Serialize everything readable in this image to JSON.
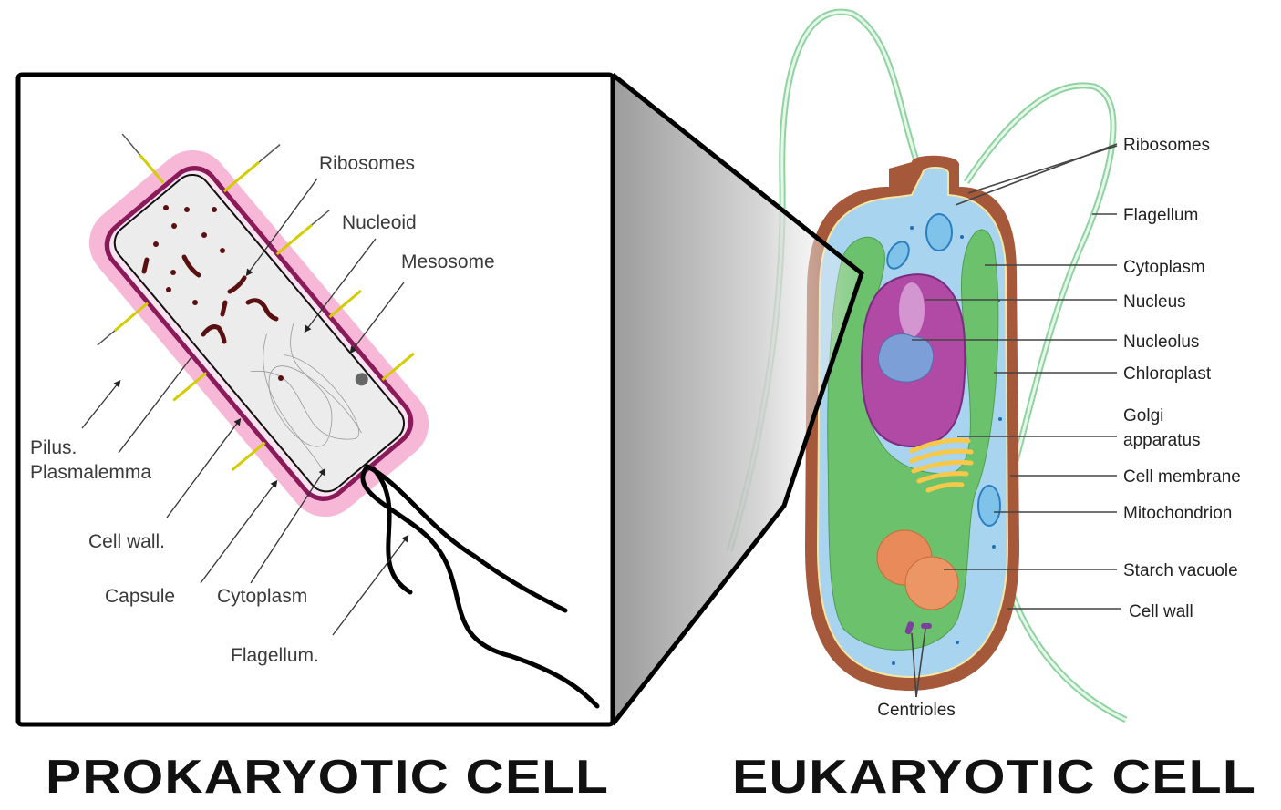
{
  "prokaryote": {
    "title": "PROKARYOTIC CELL",
    "labels": {
      "ribosomes": "Ribosomes",
      "nucleoid": "Nucleoid",
      "mesosome": "Mesosome",
      "pilus": "Pilus.",
      "plasmalemma": "Plasmalemma",
      "cell_wall": "Cell wall.",
      "capsule": "Capsule",
      "cytoplasm": "Cytoplasm",
      "flagellum": "Flagellum."
    }
  },
  "eukaryote": {
    "title": "EUKARYOTIC CELL",
    "labels": {
      "ribosomes": "Ribosomes",
      "flagellum": "Flagellum",
      "cytoplasm": "Cytoplasm",
      "nucleus": "Nucleus",
      "nucleolus": "Nucleolus",
      "chloroplast": "Chloroplast",
      "golgi_1": "Golgi",
      "golgi_2": "apparatus",
      "cell_membrane": "Cell membrane",
      "mitochondrion": "Mitochondrion",
      "starch_vacuole": "Starch vacuole",
      "cell_wall": "Cell wall",
      "centrioles": "Centrioles"
    }
  },
  "colors": {
    "capsule": "#f7b8d8",
    "cell_wall_prok": "#8b1a5a",
    "cytoplasm_prok": "#ececec",
    "euk_wall": "#a5583a",
    "euk_cytoplasm": "#a9d4f0",
    "chloroplast": "#6cc16c",
    "nucleus": "#b04aa5",
    "starch": "#e98a5a",
    "golgi": "#f7c84a"
  }
}
